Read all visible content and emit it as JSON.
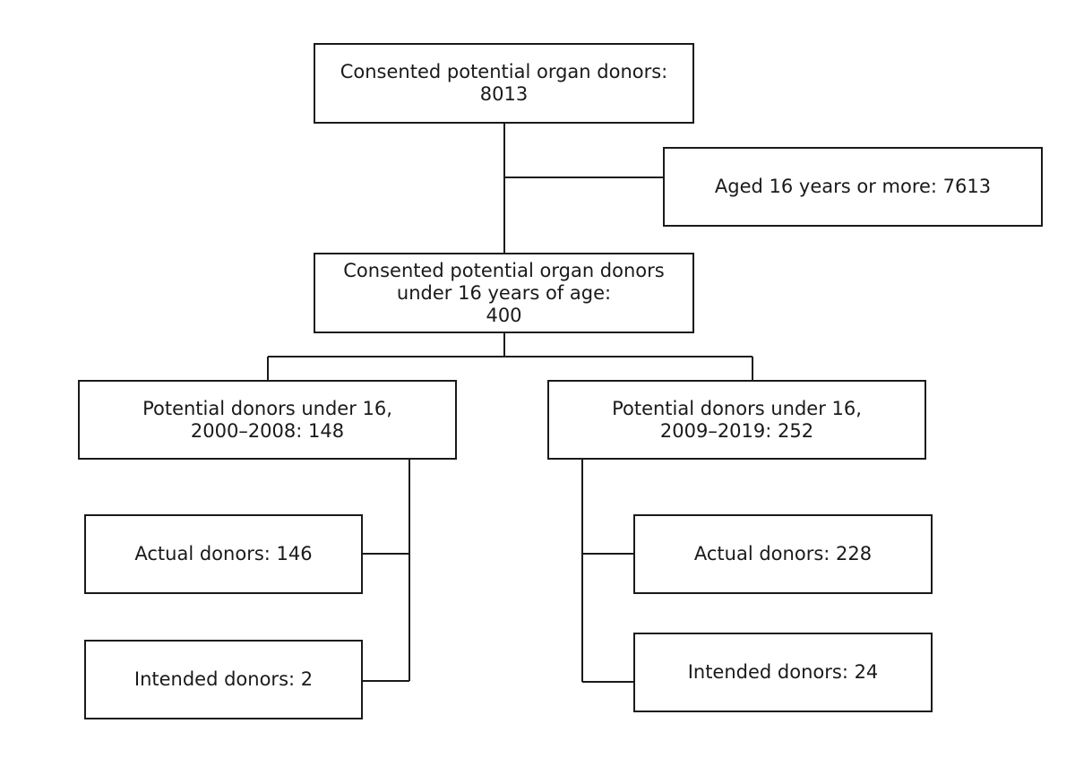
{
  "flowchart": {
    "total": {
      "line1": "Consented potential organ donors:",
      "line2": "8013"
    },
    "aged16": {
      "line1": "Aged 16 years or more: 7613"
    },
    "under16": {
      "line1": "Consented potential organ donors",
      "line2": "under 16 years of age:",
      "line3": "400"
    },
    "period_2000_2008": {
      "line1": "Potential donors under 16,",
      "line2": "2000–2008: 148",
      "actual": "Actual donors: 146",
      "intended": "Intended donors: 2"
    },
    "period_2009_2019": {
      "line1": "Potential donors under 16,",
      "line2": "2009–2019: 252",
      "actual": "Actual donors: 228",
      "intended": "Intended donors: 24"
    }
  }
}
